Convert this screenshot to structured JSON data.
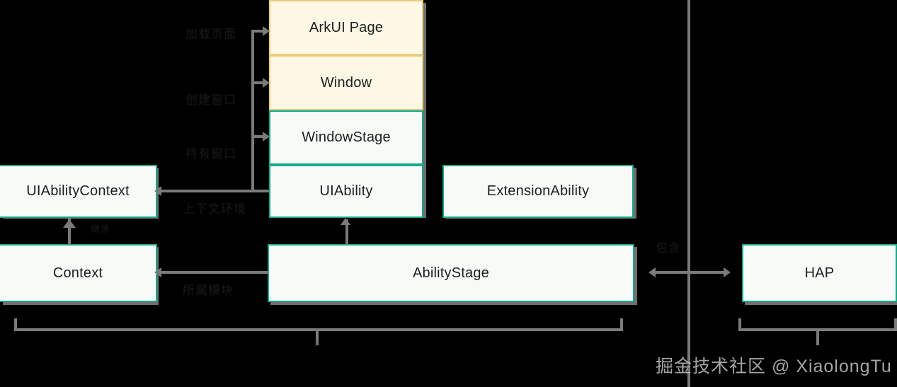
{
  "diagram": {
    "title_hidden_top_text": "",
    "boxes": {
      "arkui_page": "ArkUI Page",
      "window": "Window",
      "window_stage": "WindowStage",
      "ui_ability": "UIAbility",
      "extension_ability": "ExtensionAbility",
      "ui_ability_context": "UIAbilityContext",
      "context": "Context",
      "ability_stage": "AbilityStage",
      "hap": "HAP"
    },
    "edge_labels": {
      "page_to_window": "加载页面",
      "window_to_stage": "创建窗口",
      "stage_to_ability": "持有窗口",
      "ability_to_context": "上下文环境",
      "context_inherit": "继承",
      "stage_relation": "所属模块",
      "hap_relation": "包含"
    },
    "brackets": {
      "left_label": "1",
      "right_label": ""
    },
    "colors": {
      "amber_border": "#e9cd78",
      "amber_fill": "#fdf8e6",
      "teal_border": "#17a88a",
      "teal_fill": "#f6fbf8",
      "connector": "#7a7a7a",
      "background": "#000000",
      "text": "#1d1d1d"
    }
  },
  "watermark": {
    "text": "掘金技术社区 @ XiaolongTu"
  }
}
